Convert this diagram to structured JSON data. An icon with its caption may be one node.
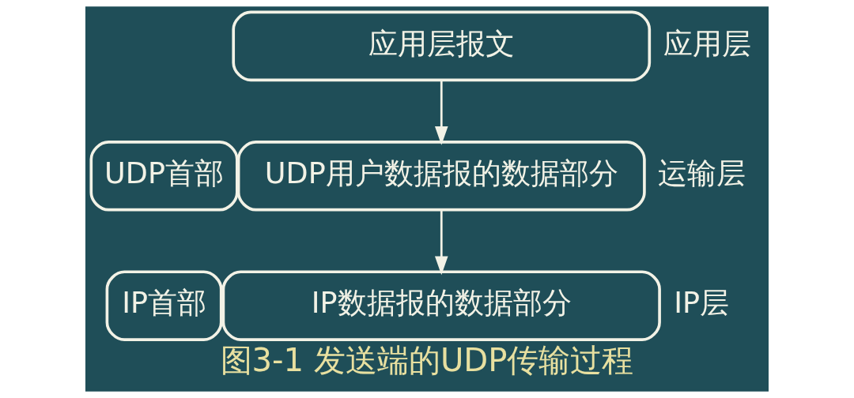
{
  "diagram": {
    "caption": "图3-1 发送端的UDP传输过程",
    "nodes": [
      {
        "text": [
          "应用层报文"
        ]
      },
      {
        "text": [
          "UDP首部"
        ]
      },
      {
        "text": [
          "UDP用户数据报的数据部分"
        ]
      },
      {
        "text": [
          "IP首部"
        ]
      },
      {
        "text": [
          "IP数据报的数据部分"
        ]
      }
    ],
    "edges": [
      {
        "from": 0,
        "to": 2,
        "arrow": "to"
      },
      {
        "from": 2,
        "to": 4,
        "arrow": "to"
      }
    ],
    "labels": [
      "应用层",
      "运输层",
      "IP层"
    ]
  }
}
